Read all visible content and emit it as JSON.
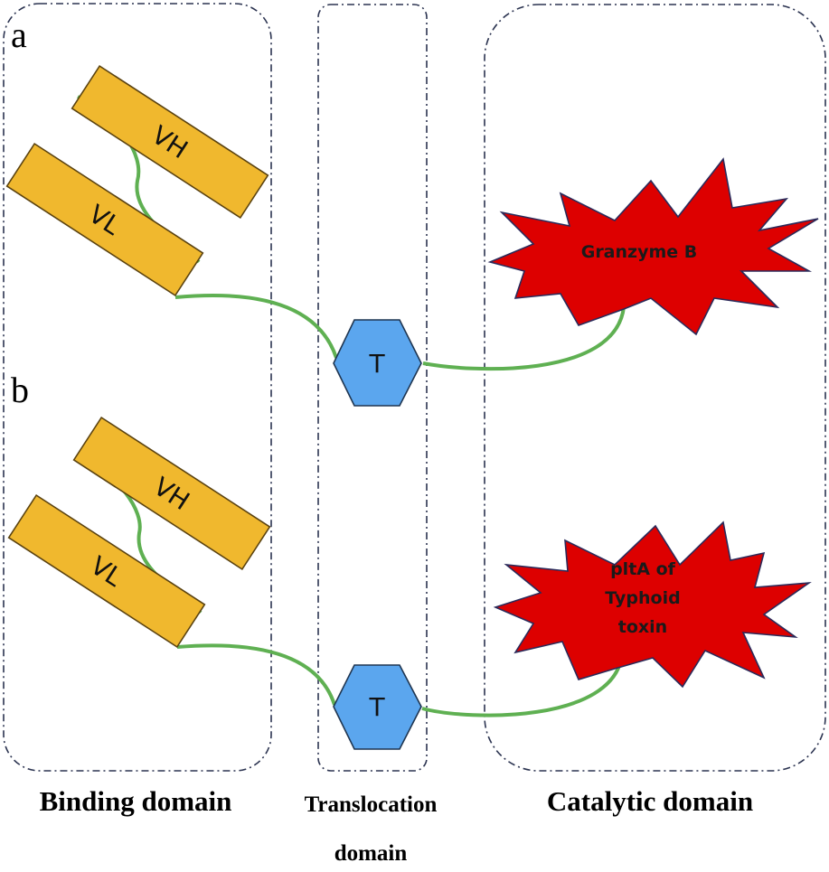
{
  "panels": [
    {
      "letter": "a",
      "vh_label": "VH",
      "vl_label": "VL",
      "translocation_label": "T",
      "catalytic_lines": [
        "Granzyme B"
      ]
    },
    {
      "letter": "b",
      "vh_label": "VH",
      "vl_label": "VL",
      "translocation_label": "T",
      "catalytic_lines": [
        "pltA of",
        "Typhoid",
        "toxin"
      ]
    }
  ],
  "domains": {
    "binding": "Binding domain",
    "translocation_line1": "Translocation",
    "translocation_line2": "domain",
    "catalytic": "Catalytic domain"
  },
  "colors": {
    "antibody_fill": "#f0b82e",
    "antibody_stroke": "#5a4210",
    "hexagon_fill": "#5ba6ee",
    "hexagon_stroke": "#1f3550",
    "star_fill": "#dd0000",
    "star_stroke": "#2a2a5a",
    "linker": "#5fb052",
    "dashed_border": "#2b3350"
  }
}
